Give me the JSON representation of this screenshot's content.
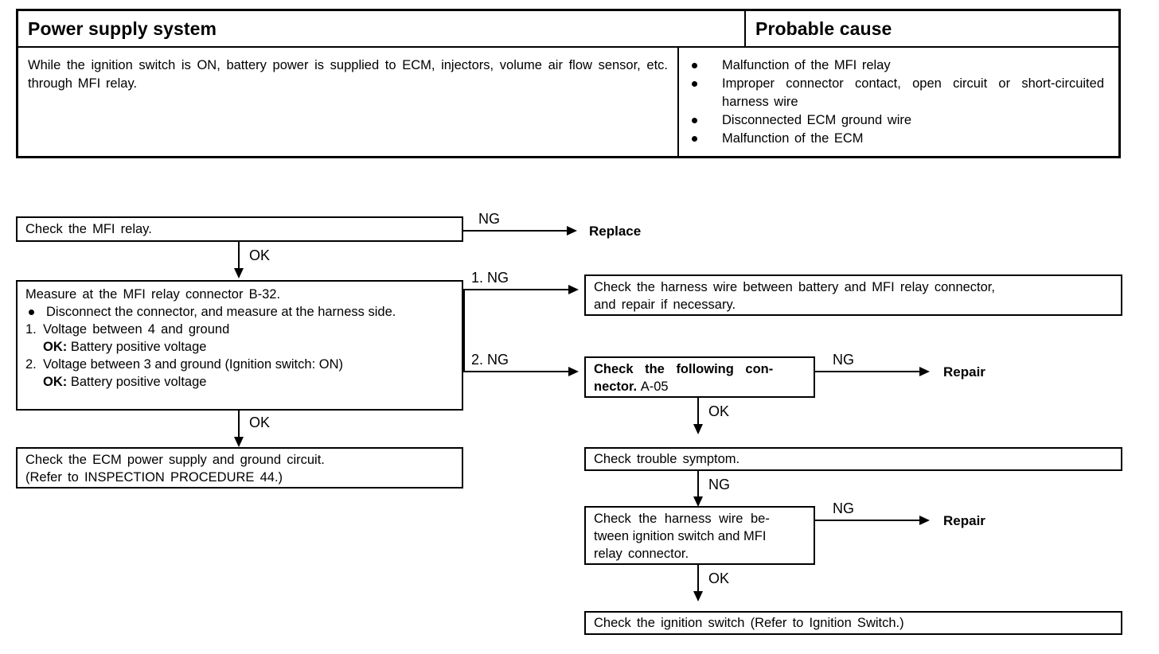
{
  "table": {
    "headers": {
      "system": "Power supply system",
      "cause": "Probable cause"
    },
    "description": "While the ignition switch is ON, battery power is supplied to ECM, injectors, volume air flow sensor, etc. through MFI relay.",
    "probable_causes": [
      "Malfunction of the MFI relay",
      "Improper connector contact, open circuit or short-circuited harness wire",
      "Disconnected ECM ground wire",
      "Malfunction of the ECM"
    ]
  },
  "flow": {
    "check_mfi_relay": "Check the MFI relay.",
    "replace": "Replace",
    "measure": {
      "title": "Measure at the MFI relay connector B-32.",
      "bullet": "Disconnect the connector, and measure at the harness side.",
      "step1_num": "1.",
      "step1": "Voltage between 4 and ground",
      "step1_ok_label": "OK:",
      "step1_ok_value": "Battery positive voltage",
      "step2_num": "2.",
      "step2": "Voltage between 3 and ground (Ignition switch: ON)",
      "step2_ok_label": "OK:",
      "step2_ok_value": "Battery positive voltage"
    },
    "harness_battery": {
      "line1": "Check the harness wire between battery and MFI relay connector,",
      "line2": "and repair if necessary."
    },
    "following_connector": {
      "bold_line1": "Check the following con-",
      "bold_line2": "nector.",
      "code": "A-05"
    },
    "repair_1": "Repair",
    "ecm_power": {
      "line1": "Check the ECM power supply and ground circuit.",
      "line2": "(Refer to INSPECTION PROCEDURE 44.)"
    },
    "trouble_symptom": "Check trouble symptom.",
    "harness_ignition": {
      "line1": "Check the harness wire be-",
      "line2": "tween ignition switch and MFI",
      "line3": "relay connector."
    },
    "repair_2": "Repair",
    "ignition_switch": "Check the ignition switch (Refer to Ignition Switch.)",
    "labels": {
      "ng": "NG",
      "ok": "OK",
      "ng1": "1. NG",
      "ng2": "2. NG"
    }
  }
}
